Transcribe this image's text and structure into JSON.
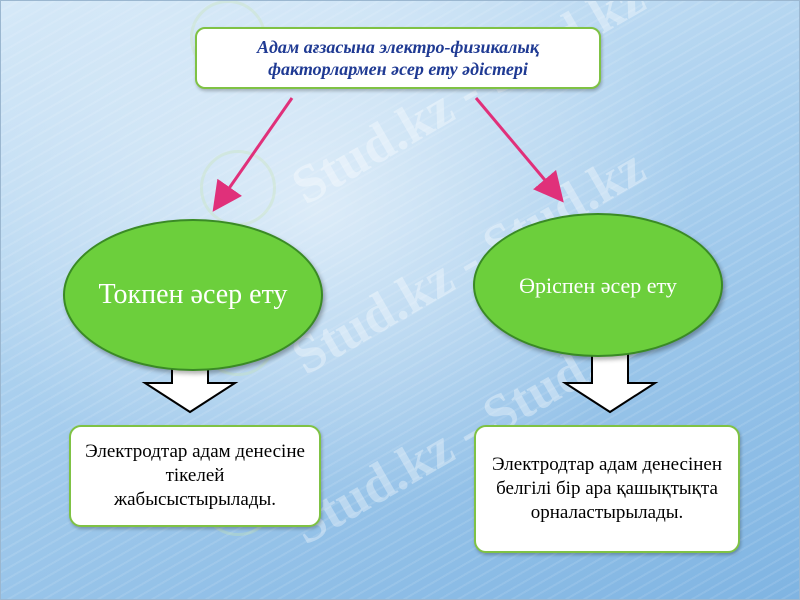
{
  "title": "Адам ағзасына электро-физикалық факторлармен әсер ету әдістері",
  "left_branch": {
    "method": "Токпен әсер ету",
    "description": "Электродтар адам денесіне тікелей жабысыстырылады."
  },
  "right_branch": {
    "method": "Өріспен әсер ету",
    "description": "Электродтар адам денесінен белгілі бір ара қашықтықта орналастырылады."
  },
  "watermark": "Stud.kz - Stud.kz",
  "colors": {
    "ellipse_fill": "#6ccf3c",
    "box_border": "#7fc244",
    "title_text": "#1f3a93",
    "arrow": "#e0307a"
  }
}
